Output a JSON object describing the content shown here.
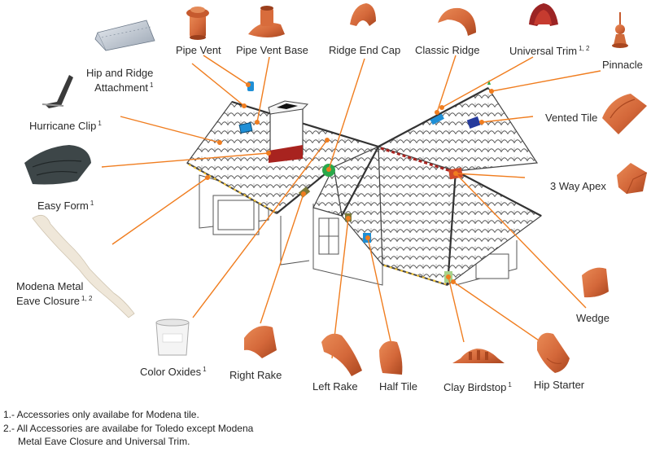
{
  "labels": {
    "pipe_vent": {
      "text": "Pipe Vent",
      "sup": ""
    },
    "pipe_vent_base": {
      "text": "Pipe Vent Base",
      "sup": ""
    },
    "ridge_end_cap": {
      "text": "Ridge End Cap",
      "sup": ""
    },
    "classic_ridge": {
      "text": "Classic Ridge",
      "sup": ""
    },
    "universal_trim": {
      "text": "Universal Trim",
      "sup": "1, 2"
    },
    "pinnacle": {
      "text": "Pinnacle",
      "sup": ""
    },
    "hip_ridge_line1": "Hip and Ridge",
    "hip_ridge_line2": "Attachment",
    "hip_ridge_sup": "1",
    "hurricane_clip": {
      "text": "Hurricane Clip",
      "sup": "1"
    },
    "vented_tile": {
      "text": "Vented Tile",
      "sup": ""
    },
    "three_way_apex": {
      "text": "3 Way Apex",
      "sup": ""
    },
    "easy_form": {
      "text": "Easy Form",
      "sup": "1"
    },
    "modena_line1": "Modena Metal",
    "modena_line2": "Eave Closure",
    "modena_sup": "1, 2",
    "wedge": {
      "text": "Wedge",
      "sup": ""
    },
    "color_oxides": {
      "text": "Color Oxides",
      "sup": "1"
    },
    "right_rake": {
      "text": "Right Rake",
      "sup": ""
    },
    "left_rake": {
      "text": "Left Rake",
      "sup": ""
    },
    "half_tile": {
      "text": "Half Tile",
      "sup": ""
    },
    "clay_birdstop": {
      "text": "Clay Birdstop",
      "sup": "1"
    },
    "hip_starter": {
      "text": "Hip Starter",
      "sup": ""
    }
  },
  "notes": {
    "note1": "1.-  Accessories only availabe for Modena tile.",
    "note2": "2.- All Accessories are availabe for Toledo except Modena",
    "note3": "Metal Eave Closure and Universal Trim."
  },
  "colors": {
    "leader": "#f07d1f",
    "terracotta": "#d4683a",
    "tile_stroke": "#555555",
    "highlight_blue": "#1f8fd6",
    "highlight_navy": "#253a9c",
    "highlight_green": "#2aa84a",
    "ridge_red": "#a8231f"
  },
  "icons": [
    "pipe-vent-icon",
    "pipe-vent-base-icon",
    "ridge-end-cap-icon",
    "classic-ridge-icon",
    "universal-trim-icon",
    "pinnacle-icon",
    "hip-ridge-attachment-icon",
    "hurricane-clip-icon",
    "vented-tile-icon",
    "three-way-apex-icon",
    "easy-form-icon",
    "modena-eave-closure-icon",
    "wedge-icon",
    "color-oxides-bucket-icon",
    "right-rake-icon",
    "left-rake-icon",
    "half-tile-icon",
    "clay-birdstop-icon",
    "hip-starter-icon"
  ]
}
